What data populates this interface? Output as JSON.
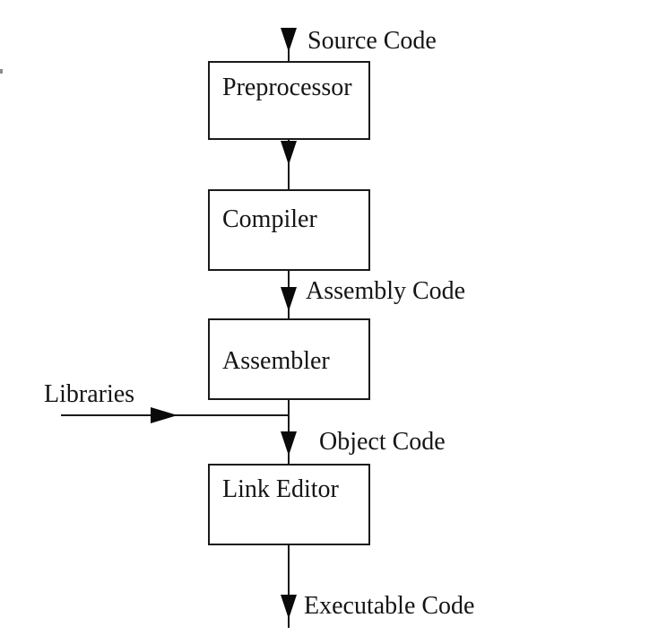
{
  "diagram": {
    "description": "Compilation process flowchart",
    "nodes": [
      {
        "id": "preprocessor",
        "label": "Preprocessor"
      },
      {
        "id": "compiler",
        "label": "Compiler"
      },
      {
        "id": "assembler",
        "label": "Assembler"
      },
      {
        "id": "link-editor",
        "label": "Link Editor"
      }
    ],
    "edge_labels": {
      "source_code": "Source Code",
      "assembly_code": "Assembly Code",
      "object_code": "Object Code",
      "executable_code": "Executable Code",
      "libraries": "Libraries"
    },
    "colors": {
      "line": "#1a1a1a",
      "arrow_fill": "#0a0a0a",
      "background": "#ffffff",
      "text": "#151515"
    }
  }
}
